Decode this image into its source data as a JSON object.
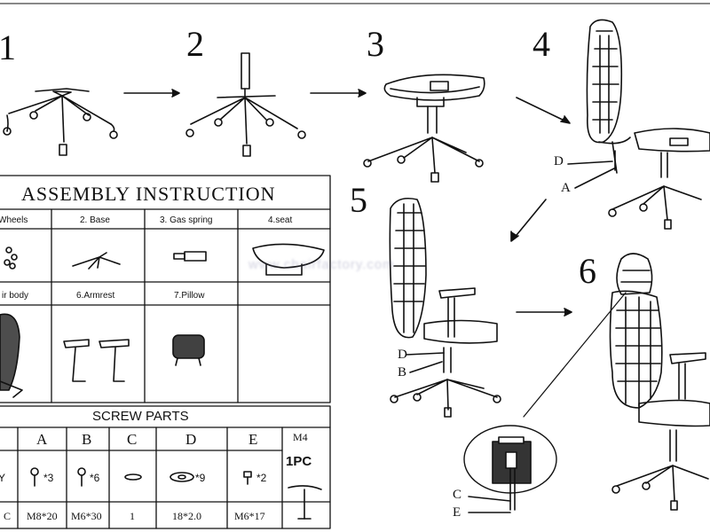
{
  "steps": [
    "1",
    "2",
    "3",
    "4",
    "5",
    "6"
  ],
  "table": {
    "title": "ASSEMBLY INSTRUCTION",
    "parts_row1": [
      "Wheels",
      "2. Base",
      "3. Gas spring",
      "4.seat"
    ],
    "parts_row2": [
      "ir body",
      "6.Armrest",
      "7.Pillow"
    ]
  },
  "screws": {
    "title": "SCREW PARTS",
    "letters": [
      "A",
      "B",
      "C",
      "D",
      "E",
      "M4"
    ],
    "counts": [
      "*3",
      "*6",
      "",
      "*9",
      "*2",
      "1PC"
    ],
    "sizes": [
      "C",
      "M8*20",
      "M6*30",
      "1",
      "18*2.0",
      "M6*17"
    ],
    "left_partial": "Y"
  },
  "callouts": {
    "step4": [
      "D",
      "A"
    ],
    "step5": [
      "D",
      "B"
    ],
    "step6": [
      "C",
      "E"
    ]
  },
  "watermark": "www.chairfactory.com"
}
